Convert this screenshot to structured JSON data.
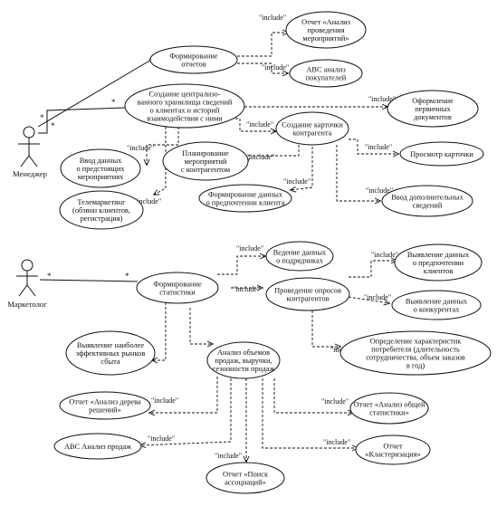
{
  "actors": [
    {
      "id": "manager",
      "label": "Менеджер"
    },
    {
      "id": "marketer",
      "label": "Маркетолог"
    }
  ],
  "multiplicity": "*",
  "include_label": "\"include\"",
  "use_cases": [
    {
      "id": "form_reports",
      "lines": [
        "Формирование",
        "отчетов"
      ]
    },
    {
      "id": "rep_events",
      "lines": [
        "Отчет «Анализ",
        "проведения",
        "мероприятий»"
      ]
    },
    {
      "id": "abc_buyers",
      "lines": [
        "АВС анализ",
        "покупателей"
      ]
    },
    {
      "id": "central_db",
      "lines": [
        "Создание централизо-",
        "ванного хранилища сведений",
        "о клиентах и историй",
        "взаимодействия с ними"
      ]
    },
    {
      "id": "primary_docs",
      "lines": [
        "Оформление",
        "первичных",
        "документов"
      ]
    },
    {
      "id": "create_card",
      "lines": [
        "Создание карточки",
        "контрагента"
      ]
    },
    {
      "id": "events_input",
      "lines": [
        "Ввод данных",
        "о предстоящих",
        "мероприятиях"
      ]
    },
    {
      "id": "plan_events",
      "lines": [
        "Планирование",
        "мероприятий",
        "с контрагентом"
      ]
    },
    {
      "id": "view_card",
      "lines": [
        "Просмотр карточки"
      ]
    },
    {
      "id": "telemarketing",
      "lines": [
        "Телемаркетинг",
        "(обзвон клиентов,",
        "регистрация)"
      ]
    },
    {
      "id": "pref_client",
      "lines": [
        "Формирование данных",
        "о предпочтении клиента"
      ]
    },
    {
      "id": "extra_info",
      "lines": [
        "Ввод дополнительных",
        "сведений"
      ]
    },
    {
      "id": "suppliers",
      "lines": [
        "Ведение данных",
        "о подрядчиках"
      ]
    },
    {
      "id": "pref_clients",
      "lines": [
        "Выявление данных",
        "о предпочтении",
        "клиентов"
      ]
    },
    {
      "id": "stats",
      "lines": [
        "Формирование",
        "статистики"
      ]
    },
    {
      "id": "survey",
      "lines": [
        "Проведение опросов",
        "контрагентов"
      ]
    },
    {
      "id": "competitors",
      "lines": [
        "Выявление данных",
        "о конкурентах"
      ]
    },
    {
      "id": "markets",
      "lines": [
        "Выявление наиболее",
        "эффективных рынков",
        "сбыта"
      ]
    },
    {
      "id": "volume_analysis",
      "lines": [
        "Анализ объемов",
        "продаж, выручки,",
        "сезонности продаж"
      ]
    },
    {
      "id": "consumer_chars",
      "lines": [
        "Определение характеристик",
        "потребителя (длительность",
        "сотрудничества, объем заказов",
        "в год)"
      ]
    },
    {
      "id": "decision_tree",
      "lines": [
        "Отчет «Анализ дерева",
        "решений»"
      ]
    },
    {
      "id": "general_stats",
      "lines": [
        "Отчет «Анализ общей",
        "статистики»"
      ]
    },
    {
      "id": "abc_sales",
      "lines": [
        "АВС Анализ продаж"
      ]
    },
    {
      "id": "clustering",
      "lines": [
        "Отчет",
        "«Кластеризация»"
      ]
    },
    {
      "id": "assoc_search",
      "lines": [
        "Отчет «Поиск",
        "ассоциаций»"
      ]
    }
  ]
}
